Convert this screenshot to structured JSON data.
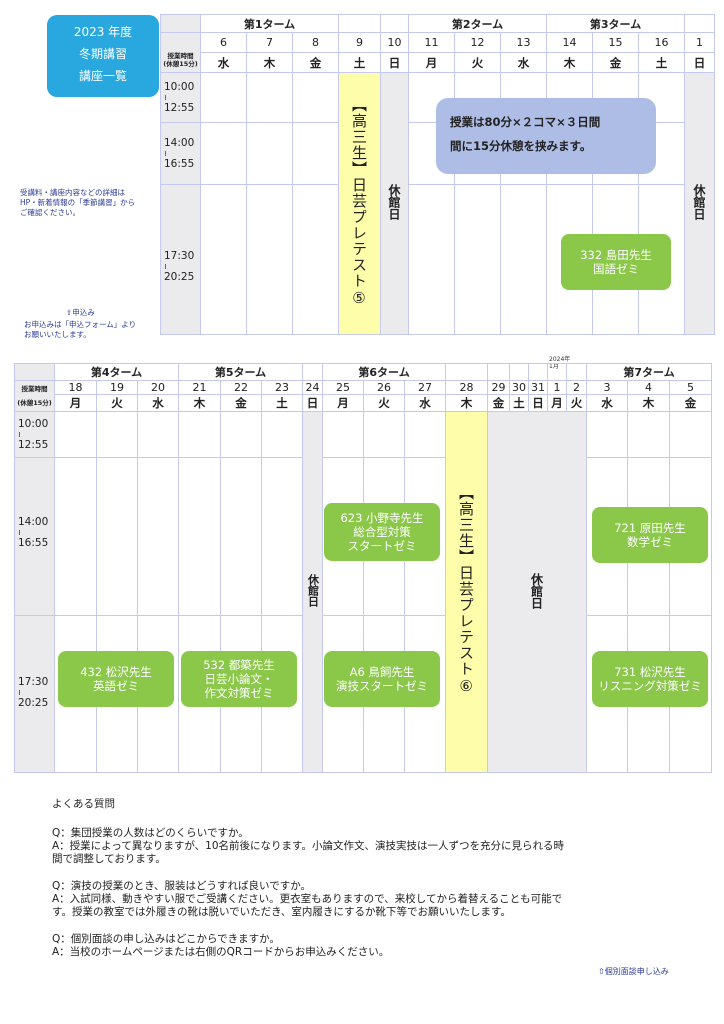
{
  "badge": {
    "lines": [
      "2023 年度",
      "冬期講習",
      "講座一覧"
    ]
  },
  "side_note": [
    "受講料・講座内容などの詳細は",
    "HP・新着情報の「季節講習」から",
    "ご確認ください。"
  ],
  "apply_link": "申込み",
  "apply_note": [
    "お申込みは「申込フォーム」より",
    "お願いいたします。"
  ],
  "labels": {
    "time_header_1": "授業時間",
    "time_header_2": "(休憩15分)",
    "time_header_b1": "授業時間",
    "time_header_b2": "(休憩15分)"
  },
  "times": {
    "s1_start": "10:00",
    "s1_end": "12:55",
    "s2_start": "14:00",
    "s2_end": "16:55",
    "s3_start": "17:30",
    "s3_end": "20:25",
    "tilde": "≀"
  },
  "table1": {
    "terms": [
      "第1ターム",
      "第2ターム",
      "第3ターム"
    ],
    "dates": [
      "6",
      "7",
      "8",
      "9",
      "10",
      "11",
      "12",
      "13",
      "14",
      "15",
      "16",
      "1"
    ],
    "days": [
      "水",
      "木",
      "金",
      "土",
      "日",
      "月",
      "火",
      "水",
      "木",
      "金",
      "土",
      "日"
    ]
  },
  "table2": {
    "terms": [
      "第4ターム",
      "第5ターム",
      "第6ターム",
      "第7ターム"
    ],
    "dates": [
      "18",
      "19",
      "20",
      "21",
      "22",
      "23",
      "24",
      "25",
      "26",
      "27",
      "28",
      "29",
      "30",
      "31",
      "1",
      "2",
      "3",
      "4",
      "5"
    ],
    "days": [
      "月",
      "火",
      "水",
      "木",
      "金",
      "土",
      "日",
      "月",
      "火",
      "水",
      "木",
      "金",
      "土",
      "日",
      "月",
      "火",
      "水",
      "木",
      "金"
    ],
    "year_mark_1": "2024年",
    "year_mark_2": "1月"
  },
  "pretest_5": "【高三生】日芸プレテスト⑤",
  "pretest_6": "【高三生】日芸プレテスト⑥",
  "closed": "休館日",
  "info_box": [
    "授業は80分×２コマ×３日間",
    "間に15分休憩を挟みます。"
  ],
  "zemi": {
    "z332": {
      "line1": "332 島田先生",
      "line2": "国語ゼミ"
    },
    "z623": {
      "line1": "623 小野寺先生",
      "line2": "総合型対策",
      "line3": "スタートゼミ"
    },
    "z721": {
      "line1": "721 原田先生",
      "line2": "数学ゼミ"
    },
    "z432": {
      "line1": "432 松沢先生",
      "line2": "英語ゼミ"
    },
    "z532": {
      "line1": "532 都築先生",
      "line2": "日芸小論文・",
      "line3": "作文対策ゼミ"
    },
    "zA6": {
      "line1": "A6 鳥飼先生",
      "line2": "演技スタートゼミ"
    },
    "z731": {
      "line1": "731 松沢先生",
      "line2": "リスニング対策ゼミ"
    }
  },
  "faq": {
    "title": "よくある質問",
    "q1": "Q：集団授業の人数はどのくらいですか。",
    "a1": "A：授業によって異なりますが、10名前後になります。小論文作文、演技実技は一人ずつを充分に見られる時間で調整しております。",
    "q2": "Q：演技の授業のとき、服装はどうすれば良いですか。",
    "a2": "A：入試同様、動きやすい服でご受講ください。更衣室もありますので、来校してから着替えることも可能です。授業の教室では外履きの靴は脱いでいただき、室内履きにするか靴下等でお願いいたします。",
    "q3": "Q：個別面談の申し込みはどこからできますか。",
    "a3": "A：当校のホームページまたは右側のQRコードからお申込みください。"
  },
  "qr_label": "個別面談申し込み"
}
